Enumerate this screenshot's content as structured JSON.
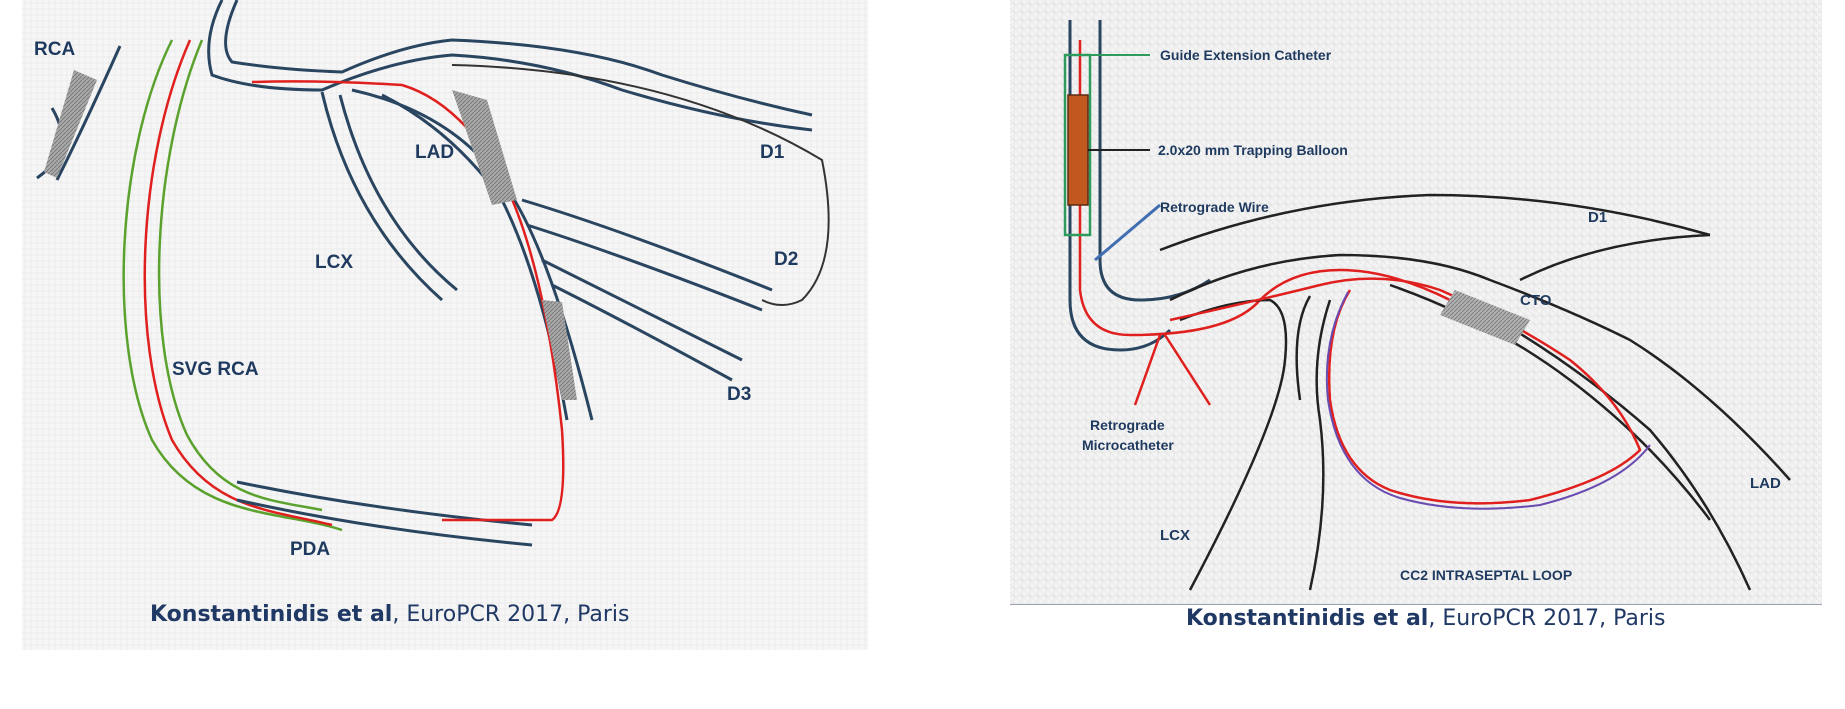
{
  "left_panel": {
    "labels": {
      "rca": "RCA",
      "lad": "LAD",
      "d1": "D1",
      "lcx": "LCX",
      "d2": "D2",
      "svg_rca": "SVG RCA",
      "d3": "D3",
      "pda": "PDA"
    },
    "caption": {
      "authors": "Konstantinidis et al",
      "rest": ", EuroPCR 2017, Paris"
    }
  },
  "right_panel": {
    "labels": {
      "guide_extension": "Guide Extension Catheter",
      "trapping_balloon": "2.0x20 mm Trapping Balloon",
      "retrograde_wire": "Retrograde Wire",
      "d1": "D1",
      "cto": "CTO",
      "retrograde": "Retrograde",
      "microcatheter": "Microcatheter",
      "lad": "LAD",
      "lcx": "LCX",
      "cc2_loop": "CC2 INTRASEPTAL LOOP"
    },
    "caption": {
      "authors": "Konstantinidis et al",
      "rest": ", EuroPCR 2017, Paris"
    }
  },
  "colors": {
    "vessel": "#2a4560",
    "guide_red": "#e0201e",
    "graft_green": "#5aa12d",
    "lesion_gray": "#8f8f8f",
    "balloon_orange": "#c0581f",
    "wire_blue": "#3f6fb0",
    "loop_purple": "#6a4bb0",
    "extension_green": "#2e9a5c",
    "label_navy": "#1f3a5f"
  }
}
